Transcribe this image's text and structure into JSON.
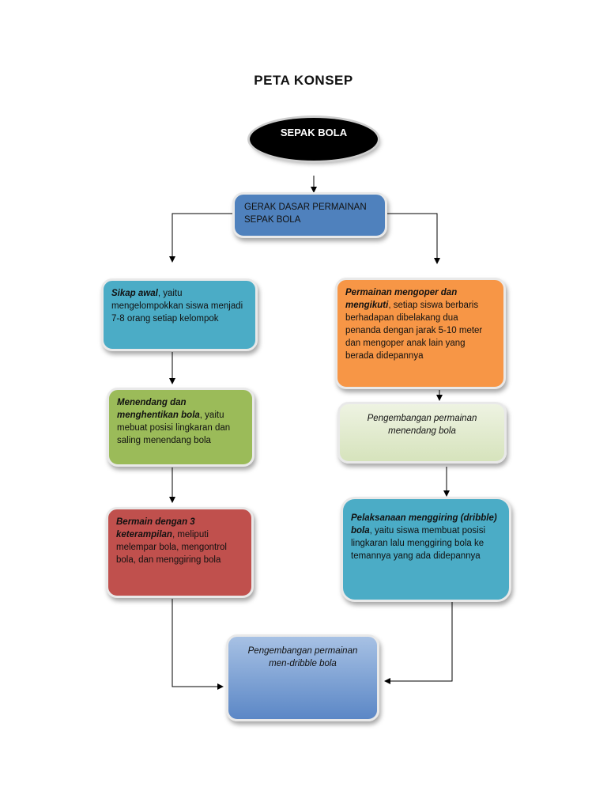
{
  "page": {
    "title": "PETA KONSEP"
  },
  "root": {
    "label": "SEPAK BOLA"
  },
  "main": {
    "label": "GERAK DASAR PERMAINAN SEPAK BOLA"
  },
  "left": [
    {
      "em": "Sikap awal",
      "text": ", yaitu mengelompokkan siswa menjadi 7-8 orang setiap kelompok"
    },
    {
      "em": "Menendang dan menghentikan bola",
      "text": ", yaitu mebuat posisi lingkaran dan saling menendang bola"
    },
    {
      "em": "Bermain dengan 3 keterampilan",
      "text": ", meliputi melempar bola, mengontrol bola, dan menggiring bola"
    }
  ],
  "right": [
    {
      "em": "Permainan mengoper dan mengikuti",
      "text": ", setiap siswa berbaris berhadapan dibelakang dua penanda dengan jarak 5-10 meter dan mengoper anak lain yang berada didepannya"
    },
    {
      "label": "Pengembangan permainan menendang bola"
    },
    {
      "em": "Pelaksanaan menggiring (dribble) bola",
      "text": ", yaitu siswa membuat posisi lingkaran lalu menggiring bola ke temannya yang ada didepannya"
    }
  ],
  "bottom": {
    "label": "Pengembangan permainan men-dribble bola"
  },
  "colors": {
    "blue_main": "#4f81bd",
    "teal": "#4bacc6",
    "green": "#9bbb59",
    "red": "#c0504d",
    "orange": "#f79646",
    "pale_green": "#e3eccf"
  }
}
